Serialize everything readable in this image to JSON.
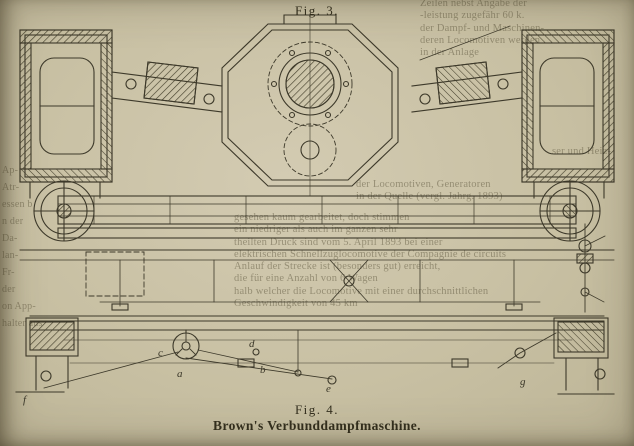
{
  "page": {
    "fig3_label": "Fig. 3.",
    "fig4_label": "Fig. 4.",
    "caption": "Brown's Verbunddampfmaschine."
  },
  "parts": {
    "a": "a",
    "b": "b",
    "c": "c",
    "d": "d",
    "e": "e",
    "f": "f",
    "g": "g"
  },
  "bleed_text": {
    "left_margin": [
      "Ap-",
      "Atr-",
      "essen b",
      "n der",
      "Da-",
      "lan-",
      "Fr-",
      "der",
      "on App-",
      "halter aus"
    ],
    "top_right": [
      "Zeilen nebst Angabe der",
      "-leistung zugefähr 60 k.",
      "der Dampf- und Maschinen-",
      "deren Locomotiven werden",
      "in der Anlage"
    ],
    "right_small": [
      "ser und Heiz-"
    ],
    "mid_right": [
      "der Locomotiven, Generatoren",
      "in der Quelle (vergl. Jahrg. 1893)"
    ],
    "lower": [
      "gesehen kaum gearbeitet, doch stimmen",
      "ein niedriger als auch im ganzen sehr",
      "theilten Druck sind vom 5. April 1893 bei einer",
      "elektrischen Schnellzuglocomotive der Compagnie de circuits",
      "Anlauf der Strecke ist (besonders gut) erreicht,",
      "die für eine Anzahl von 6 Wagen",
      "halb welcher die Locomotive mit einer durchschnittlichen",
      "Geschwindigkeit von 45 km"
    ]
  },
  "colors": {
    "paper": "#c9c1a3",
    "ink": "#3d392a"
  }
}
